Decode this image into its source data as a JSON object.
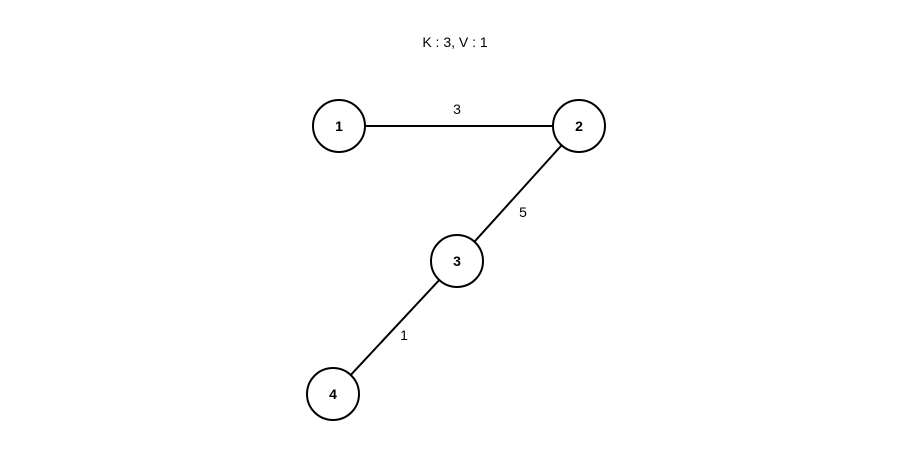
{
  "title": "K : 3, V : 1",
  "nodes": [
    {
      "id": "1",
      "label": "1"
    },
    {
      "id": "2",
      "label": "2"
    },
    {
      "id": "3",
      "label": "3"
    },
    {
      "id": "4",
      "label": "4"
    }
  ],
  "edges": [
    {
      "from": "1",
      "to": "2",
      "weight": "3"
    },
    {
      "from": "2",
      "to": "3",
      "weight": "5"
    },
    {
      "from": "3",
      "to": "4",
      "weight": "1"
    }
  ],
  "colors": {
    "stroke": "#000000",
    "node_fill": "#ffffff",
    "background": "#ffffff"
  }
}
